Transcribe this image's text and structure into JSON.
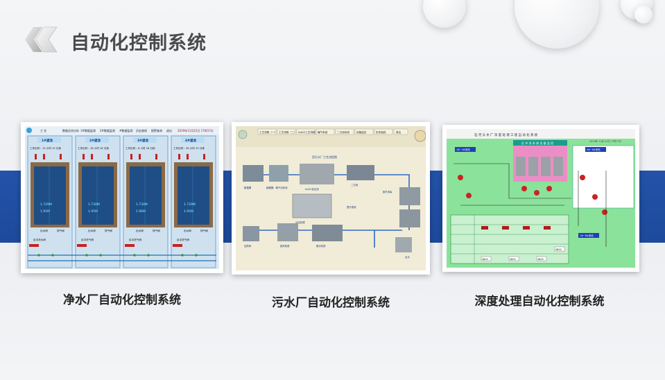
{
  "page": {
    "title": "自动化控制系统",
    "accent_band_color": "#1e4a9c"
  },
  "cards": [
    {
      "caption": "净水厂自动化控制系统",
      "screen": {
        "header_labels": [
          "工 艺",
          "数据总览分析",
          "1#数据监测",
          "2#数据监测",
          "#数据监测",
          "历史曲线",
          "报警查询",
          "退出"
        ],
        "timestamp": "2019年11月22日 17时17分",
        "pools": [
          {
            "name": "1#滤池",
            "runtime": "工作出时：13 小时 19 分钟",
            "level": "1.729M",
            "flow": "1.95M"
          },
          {
            "name": "2#滤池",
            "runtime": "工作出时：16 小时 18 分钟",
            "level": "1.730M",
            "flow": "1.95M"
          },
          {
            "name": "3#滤池",
            "runtime": "工作出时：6 小时 18 分钟",
            "level": "1.730M",
            "flow": "1.96M"
          },
          {
            "name": "4#滤池",
            "runtime": "工作出时：26 小时 19 分钟",
            "level": "1.729M",
            "flow": "1.95M"
          }
        ],
        "valve_labels": [
          "反冲洗水阀",
          "出水阀",
          "排气阀",
          "反冲洗气阀",
          "进水阀"
        ]
      }
    },
    {
      "caption": "污水厂自动化控制系统",
      "screen": {
        "top_buttons": [
          "工艺流程（一）",
          "工艺流程（二）",
          "A/A/O工艺流程",
          "曝气系统",
          "二沉池系统",
          "设备监控",
          "历史曲线",
          "退出"
        ],
        "diagram_title": "西乐水厂工艺流程图",
        "units": [
          "粗格栅",
          "细格栅、曝气沉砂池",
          "A/A/O反应池",
          "二沉池",
          "紫外消毒",
          "出水",
          "污泥处理",
          "鼓风机房",
          "加药间",
          "脱水机房",
          "提升泵房"
        ]
      }
    },
    {
      "caption": "深度处理自动化控制系统",
      "screen": {
        "title": "石 河 头 水 厂 深 度 处 理 工 程 自 动 化 系 统",
        "subtitle": "反 冲 洗 系 统 设 备 监 控",
        "timestamp": "2019年 11月 22日 17时17分",
        "sections": [
          "1#~3#滤池",
          "4#~6#滤池",
          "7#~8#滤池"
        ],
        "readings": [
          "4800",
          "4800",
          "4800",
          "4800"
        ]
      }
    }
  ]
}
